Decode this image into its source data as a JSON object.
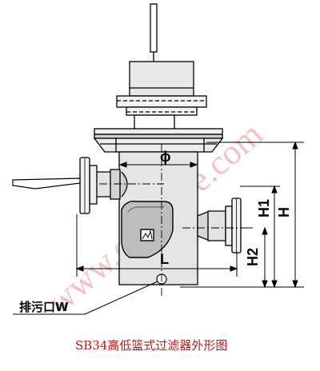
{
  "labels": {
    "phi": "ϕ",
    "L": "L",
    "H": "H",
    "H1": "H1",
    "H2": "H2",
    "drain": "排污口W"
  },
  "caption": "SB34高低篮式过滤器外形图",
  "watermark": "www.cmvalve.com",
  "colors": {
    "line": "#000000",
    "caption": "#c0181a",
    "watermark": "#f2b8b8",
    "body_gray": "#d9d9d9"
  }
}
